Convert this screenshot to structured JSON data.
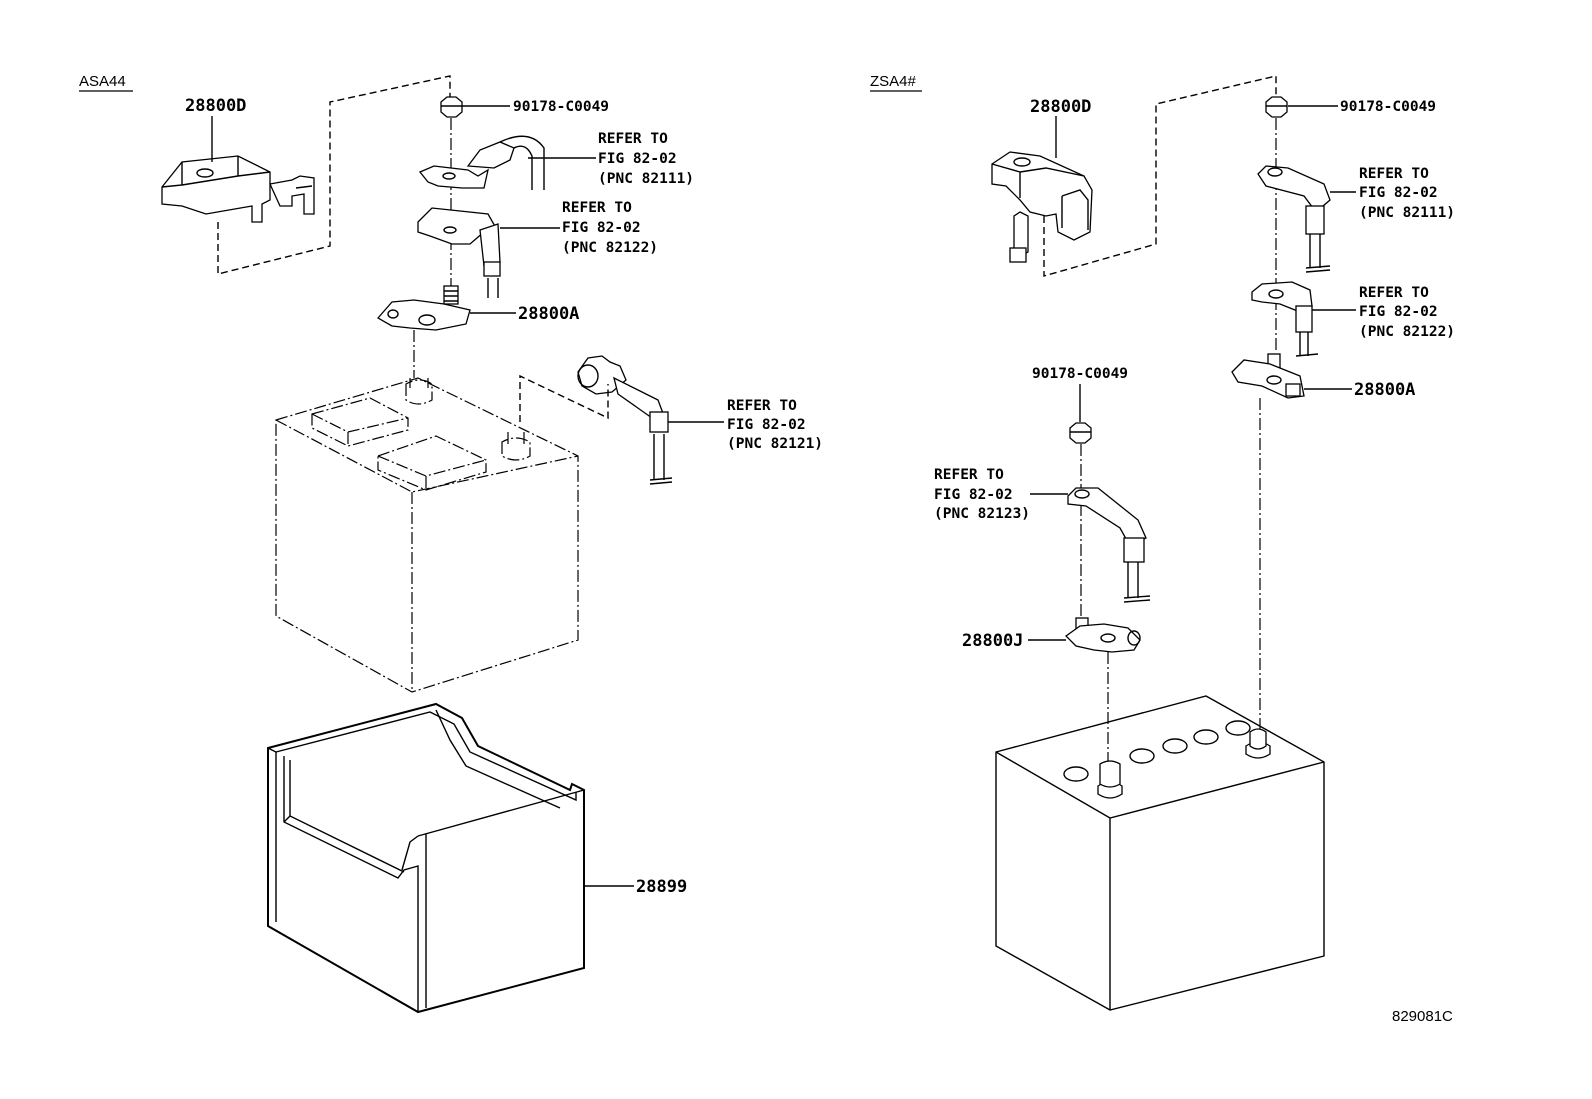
{
  "sections": {
    "left": "ASA44",
    "right": "ZSA4#"
  },
  "left_labels": {
    "cover": "28800D",
    "nut": "90178-C0049",
    "ref1": [
      "REFER TO",
      "FIG 82-02",
      "(PNC 82111)"
    ],
    "ref2": [
      "REFER TO",
      "FIG 82-02",
      "(PNC 82122)"
    ],
    "clamp": "28800A",
    "ref3": [
      "REFER TO",
      "FIG 82-02",
      "(PNC 82121)"
    ],
    "tray": "28899"
  },
  "right_labels": {
    "cover": "28800D",
    "nut_top": "90178-C0049",
    "ref1": [
      "REFER TO",
      "FIG 82-02",
      "(PNC 82111)"
    ],
    "ref2": [
      "REFER TO",
      "FIG 82-02",
      "(PNC 82122)"
    ],
    "clamp_pos": "28800A",
    "nut_mid": "90178-C0049",
    "ref3": [
      "REFER TO",
      "FIG 82-02",
      "(PNC 82123)"
    ],
    "clamp_neg": "28800J"
  },
  "figure_code": "829081C"
}
